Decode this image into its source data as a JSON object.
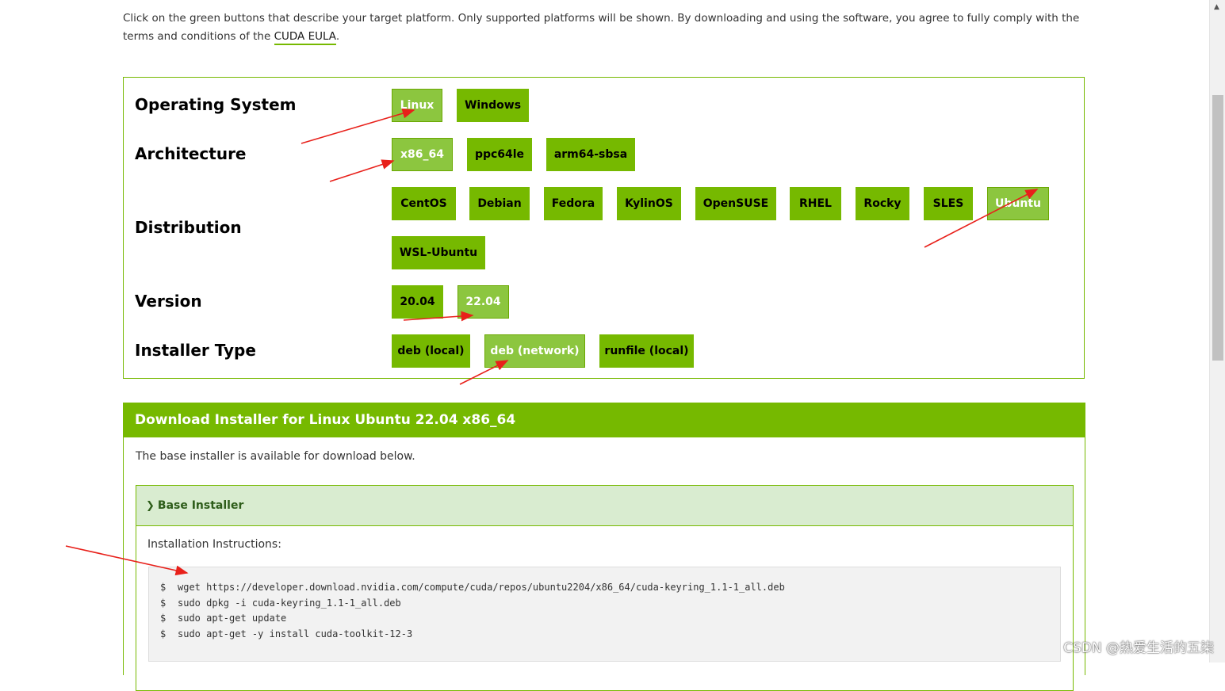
{
  "intro": {
    "text": "Click on the green buttons that describe your target platform. Only supported platforms will be shown. By downloading and using the software, you agree to fully comply with the terms and conditions of the ",
    "eula_link": "CUDA EULA",
    "period": "."
  },
  "selector": {
    "os": {
      "label": "Operating System",
      "options": [
        "Linux",
        "Windows"
      ],
      "selected": "Linux"
    },
    "arch": {
      "label": "Architecture",
      "options": [
        "x86_64",
        "ppc64le",
        "arm64-sbsa"
      ],
      "selected": "x86_64"
    },
    "distro": {
      "label": "Distribution",
      "options": [
        "CentOS",
        "Debian",
        "Fedora",
        "KylinOS",
        "OpenSUSE",
        "RHEL",
        "Rocky",
        "SLES",
        "Ubuntu",
        "WSL-Ubuntu"
      ],
      "selected": "Ubuntu"
    },
    "version": {
      "label": "Version",
      "options": [
        "20.04",
        "22.04"
      ],
      "selected": "22.04"
    },
    "installer": {
      "label": "Installer Type",
      "options": [
        "deb (local)",
        "deb (network)",
        "runfile (local)"
      ],
      "selected": "deb (network)"
    }
  },
  "download": {
    "header": "Download Installer for Linux Ubuntu 22.04 x86_64",
    "description": "The base installer is available for download below.",
    "base_installer_title": "Base Installer",
    "instructions_label": "Installation Instructions:",
    "prompt": "$",
    "commands": [
      "wget https://developer.download.nvidia.com/compute/cuda/repos/ubuntu2204/x86_64/cuda-keyring_1.1-1_all.deb",
      "sudo dpkg -i cuda-keyring_1.1-1_all.deb",
      "sudo apt-get update",
      "sudo apt-get -y install cuda-toolkit-12-3"
    ]
  },
  "watermark": "CSDN @热爱生活的五柒",
  "colors": {
    "accent": "#76b900",
    "selected": "#8cc63f",
    "annotation_arrow": "#e8201a"
  }
}
